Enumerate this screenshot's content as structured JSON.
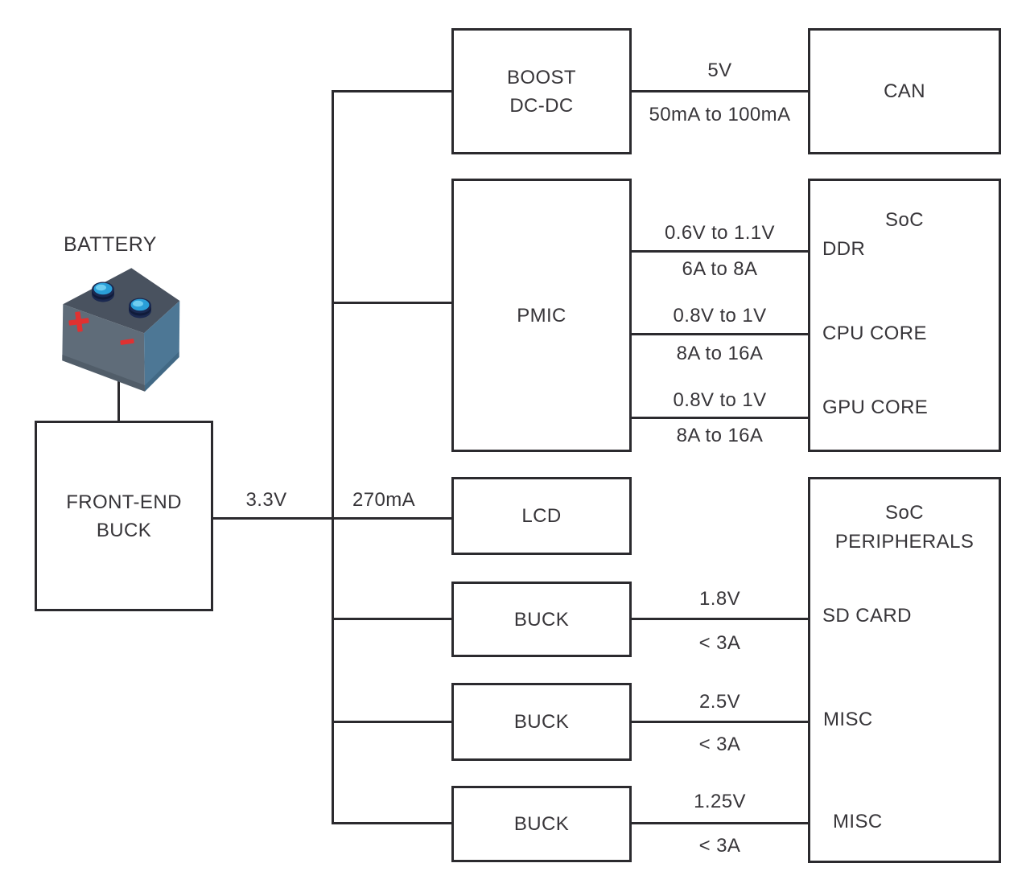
{
  "battery": {
    "label": "BATTERY"
  },
  "front_end_buck": {
    "line1": "FRONT-END",
    "line2": "BUCK",
    "out_voltage": "3.3V",
    "out_current": "270mA"
  },
  "converters": {
    "boost": {
      "line1": "BOOST",
      "line2": "DC-DC"
    },
    "pmic": {
      "label": "PMIC"
    },
    "lcd": {
      "label": "LCD"
    },
    "buck_sd": {
      "label": "BUCK"
    },
    "buck_misc1": {
      "label": "BUCK"
    },
    "buck_misc2": {
      "label": "BUCK"
    }
  },
  "loads": {
    "can": {
      "label": "CAN"
    },
    "soc": {
      "title": "SoC",
      "rail_ddr": "DDR",
      "rail_cpu": "CPU CORE",
      "rail_gpu": "GPU CORE"
    },
    "soc_peripherals": {
      "title_line1": "SoC",
      "title_line2": "PERIPHERALS",
      "rail_sd": "SD CARD",
      "rail_misc1": "MISC",
      "rail_misc2": "MISC"
    }
  },
  "connections": {
    "can": {
      "voltage": "5V",
      "current": "50mA to 100mA"
    },
    "ddr": {
      "voltage": "0.6V to 1.1V",
      "current": "6A to 8A"
    },
    "cpu": {
      "voltage": "0.8V to 1V",
      "current": "8A to 16A"
    },
    "gpu": {
      "voltage": "0.8V to 1V",
      "current": "8A to 16A"
    },
    "sd": {
      "voltage": "1.8V",
      "current": "< 3A"
    },
    "misc1": {
      "voltage": "2.5V",
      "current": "< 3A"
    },
    "misc2": {
      "voltage": "1.25V",
      "current": "< 3A"
    }
  },
  "colors": {
    "line": "#2b2a2e",
    "text": "#373539",
    "battery_top": "#49525f",
    "battery_front": "#5f6c79",
    "battery_side": "#4d7795",
    "terminal_dark": "#1b2950",
    "terminal_blue": "#2a9fd8",
    "terminal_highlight": "#6fcdf0",
    "polarity_red": "#e03131"
  }
}
